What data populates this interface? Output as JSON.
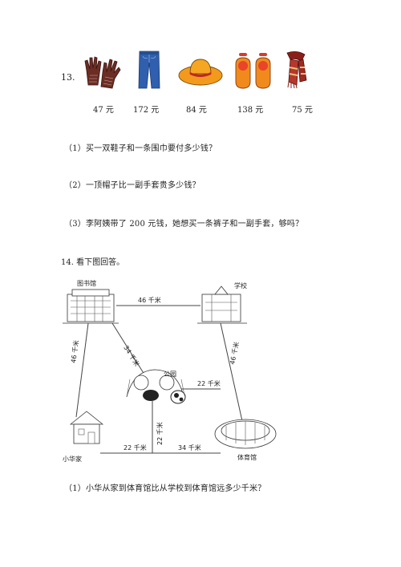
{
  "q13": {
    "number": "13.",
    "items": [
      {
        "name": "gloves",
        "price": "47 元"
      },
      {
        "name": "pants",
        "price": "172 元"
      },
      {
        "name": "hat",
        "price": "84 元"
      },
      {
        "name": "shoes",
        "price": "138 元"
      },
      {
        "name": "scarf",
        "price": "75 元"
      }
    ],
    "questions": [
      "（1）买一双鞋子和一条围巾要付多少钱？",
      "（2）一顶帽子比一副手套贵多少钱？",
      "（3）李阿姨带了 200 元钱，她想买一条裤子和一副手套，够吗？"
    ]
  },
  "q14": {
    "title": "14. 看下图回答。",
    "map": {
      "places": {
        "library": "图书馆",
        "school": "学校",
        "park": "公园",
        "home": "小华家",
        "stadium": "体育馆"
      },
      "distances": {
        "library_school": "46 千米",
        "library_park": "34 千米",
        "library_home": "46 千米",
        "school_stadium": "46 千米",
        "park_stadium": "22 千米",
        "park_road": "22 千米",
        "home_road": "22 千米",
        "road_stadium": "34 千米"
      }
    },
    "question": "（1）小华从家到体育馆比从学校到体育馆远多少千米？"
  }
}
